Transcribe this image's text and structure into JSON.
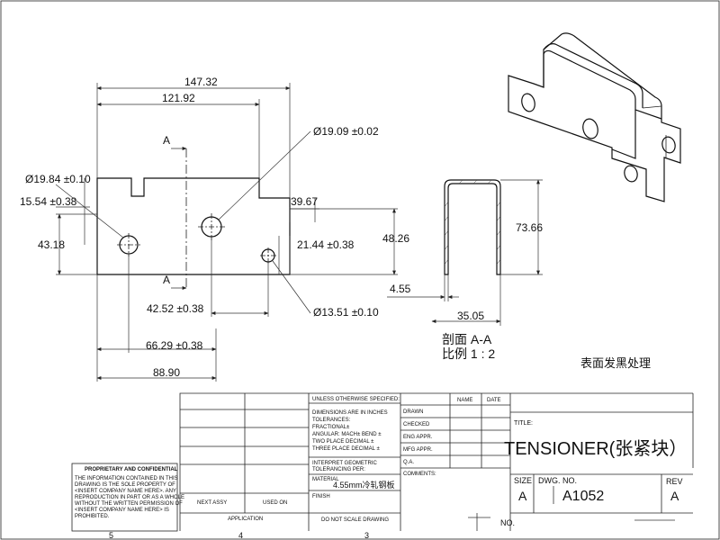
{
  "dimensions": {
    "d147": "147.32",
    "d121": "121.92",
    "phi1909": "Ø19.09 ±0.02",
    "phi1984": "Ø19.84 ±0.10",
    "d1554": "15.54 ±0.38",
    "d3967": "39.67",
    "d4318": "43.18",
    "d2144": "21.44 ±0.38",
    "d4826": "48.26",
    "d4252": "42.52 ±0.38",
    "phi1351": "Ø13.51 ±0.10",
    "d6629": "66.29 ±0.38",
    "d8890": "88.90",
    "sectionMark": "A",
    "d7366": "73.66",
    "d455": "4.55",
    "d3505": "35.05"
  },
  "section": {
    "title": "剖面 A-A",
    "scale": "比例 1 : 2"
  },
  "note": "表面发黑处理",
  "titleblock": {
    "unless": "UNLESS OTHERWISE SPECIFIED:",
    "name": "NAME",
    "date": "DATE",
    "dims_inches": "DIMENSIONS ARE IN INCHES",
    "tolerances": "TOLERANCES:",
    "fractional": "FRACTIONAL±",
    "angular": "ANGULAR: MACH±    BEND ±",
    "two_place": "TWO PLACE DECIMAL    ±",
    "three_place": "THREE PLACE DECIMAL    ±",
    "interpret": "INTERPRET GEOMETRIC",
    "tolerancing": "TOLERANCING PER:",
    "material_label": "MATERIAL",
    "material": "4.55mm冷轧钢板",
    "finish": "FINISH",
    "dont_scale": "DO NOT SCALE DRAWING",
    "drawn": "DRAWN",
    "checked": "CHECKED",
    "eng_appr": "ENG APPR.",
    "mfg_appr": "MFG APPR.",
    "qa": "Q.A.",
    "comments": "COMMENTS:",
    "title_label": "TITLE:",
    "title": "TENSIONER(张紧块）",
    "size_label": "SIZE",
    "size": "A",
    "dwg_no_label": "DWG.  NO.",
    "dwg_no": "A1052",
    "rev_label": "REV",
    "rev": "A",
    "no_label": "NO.",
    "next_assy": "NEXT ASSY",
    "used_on": "USED ON",
    "application": "APPLICATION",
    "prop_title": "PROPRIETARY AND CONFIDENTIAL",
    "prop_1": "THE INFORMATION CONTAINED IN THIS",
    "prop_2": "DRAWING IS THE SOLE PROPERTY OF",
    "prop_3": "<INSERT COMPANY NAME HERE>.  ANY",
    "prop_4": "REPRODUCTION IN PART OR AS A WHOLE",
    "prop_5": "WITHOUT THE WRITTEN PERMISSION OF",
    "prop_6": "<INSERT COMPANY NAME HERE> IS",
    "prop_7": "PROHIBITED."
  },
  "zones": [
    "5",
    "4",
    "3"
  ]
}
